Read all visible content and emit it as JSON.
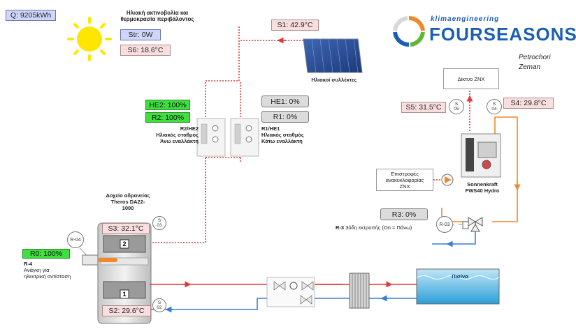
{
  "energy_counter": "Q: 9205kWh",
  "solar_caption_line1": "Ηλιακή ακτινοβολία και",
  "solar_caption_line2": "θερμοκρασία περιβάλοντος",
  "str_value": "Str: 0W",
  "s6_value": "S6: 18.6°C",
  "s1_value": "S1: 42.9°C",
  "collectors_label": "Ηλιακοί συλλέκτες",
  "logo": {
    "tagline": "klimaengineering",
    "brand": "FOURSEASONS"
  },
  "location_line1": "Petrochori",
  "location_line2": "Zeman",
  "znx_network_label": "Δίκτυο ΖΝΧ",
  "he2_value": "HE2: 100%",
  "r2_value": "R2: 100%",
  "he1_value": "HE1: 0%",
  "r1_value": "R1: 0%",
  "station_upper": {
    "line1": "R2/HE2",
    "line2": "Ηλιακός σταθμός",
    "line3": "Άνω εναλλάκτη"
  },
  "station_lower": {
    "line1": "R1/HE1",
    "line2": "Ηλιακός σταθμός",
    "line3": "Κάτω εναλλάκτη"
  },
  "s5_value": "S5: 31.5°C",
  "s5_tag": [
    "S",
    "05"
  ],
  "s4_value": "S4: 29.8°C",
  "s4_tag": [
    "S",
    "04"
  ],
  "recirculation_label": {
    "line1": "Επιστροφές",
    "line2": "ανακυκλοφορίας",
    "line3": "ΖΝΧ"
  },
  "sonnenkraft_label": {
    "line1": "Sonnenkraft",
    "line2": "FWS40 Hydro"
  },
  "tank_label": {
    "line1": "Δοχείο αδρανείας",
    "line2": "Theros DA22-",
    "line3": "1000"
  },
  "r3_value": "R3: 0%",
  "r3_caption_code": "R-3",
  "r3_caption": "3όδη εκτροπής (On = Πάνω)",
  "r03_tag": "R-03",
  "r04_tag": "R-04",
  "s3_value": "S3: 32.1°C",
  "s3_tag": [
    "S",
    "03"
  ],
  "r0_value": "R0: 100%",
  "r4_caption": {
    "code": "R-4",
    "line1": "Ανάγκη για",
    "line2": "ηλεκτρική αντίσταση"
  },
  "s2_value": "S2: 29.6°C",
  "s2_tag": [
    "S",
    "02"
  ],
  "tank_zone_upper": "2",
  "tank_zone_lower": "1",
  "pool_label": "Πισίνα",
  "colors": {
    "hot": "#e03a3a",
    "cold": "#3a7fd0",
    "orange": "#f0892a",
    "green": "#3de03d",
    "pink": "#f8dede"
  }
}
